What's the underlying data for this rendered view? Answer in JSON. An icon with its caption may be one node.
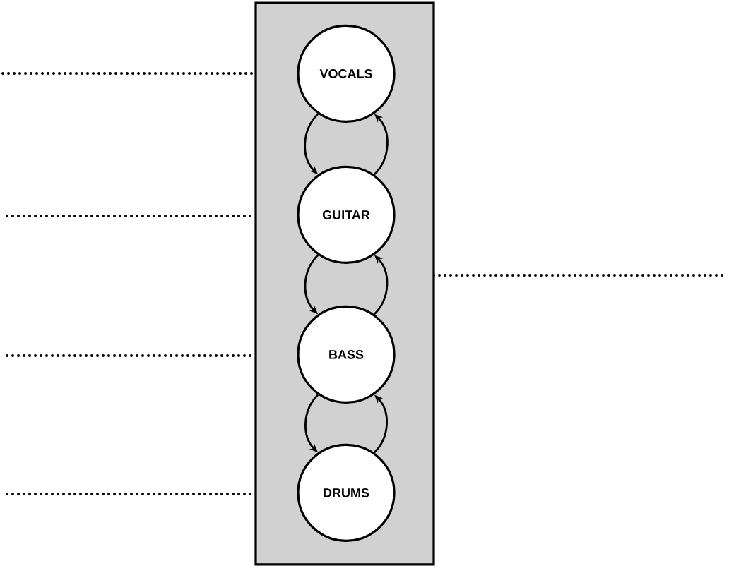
{
  "diagram": {
    "nodes": [
      {
        "text": [],
        "shape": "box"
      },
      {
        "text": [
          "VOCALS"
        ],
        "in": 0
      },
      {
        "text": [
          "GUITAR"
        ],
        "in": 0
      },
      {
        "text": [
          "BASS"
        ],
        "in": 0
      },
      {
        "text": [
          "DRUMS"
        ],
        "in": 0
      }
    ],
    "edges": [
      {
        "from": 1,
        "to": 2,
        "arrow": "to"
      },
      {
        "from": 2,
        "to": 1,
        "arrow": "to"
      },
      {
        "from": 2,
        "to": 3,
        "arrow": "to"
      },
      {
        "from": 3,
        "to": 2,
        "arrow": "to"
      },
      {
        "from": 3,
        "to": 4,
        "arrow": "to"
      },
      {
        "from": 4,
        "to": 3,
        "arrow": "to"
      }
    ]
  }
}
